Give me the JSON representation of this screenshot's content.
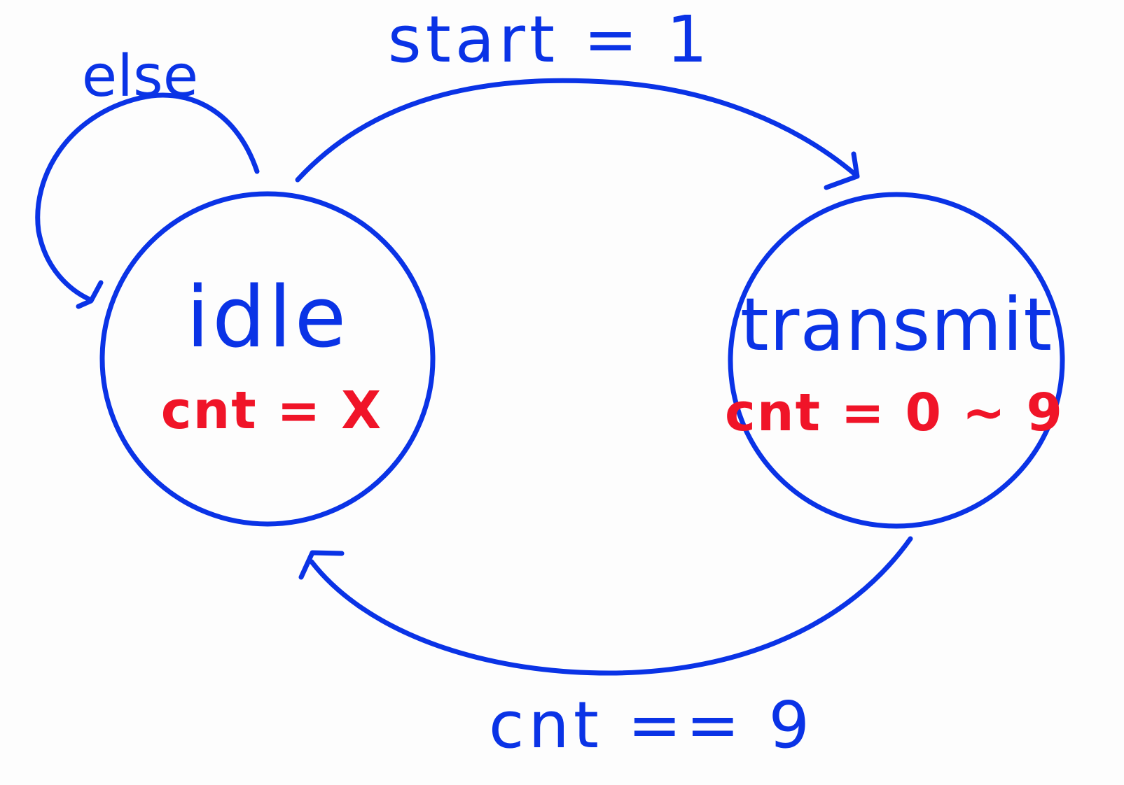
{
  "colors": {
    "ink": "#0a33e6",
    "accent": "#f01428",
    "background": "#fdfdfd"
  },
  "states": [
    {
      "name": "idle",
      "variable": "cnt = X"
    },
    {
      "name": "transmit",
      "variable": "cnt = 0 ~ 9"
    }
  ],
  "transitions": [
    {
      "from": "idle",
      "to": "idle",
      "label": "else"
    },
    {
      "from": "idle",
      "to": "transmit",
      "label": "start = 1"
    },
    {
      "from": "transmit",
      "to": "idle",
      "label": "cnt == 9"
    }
  ]
}
